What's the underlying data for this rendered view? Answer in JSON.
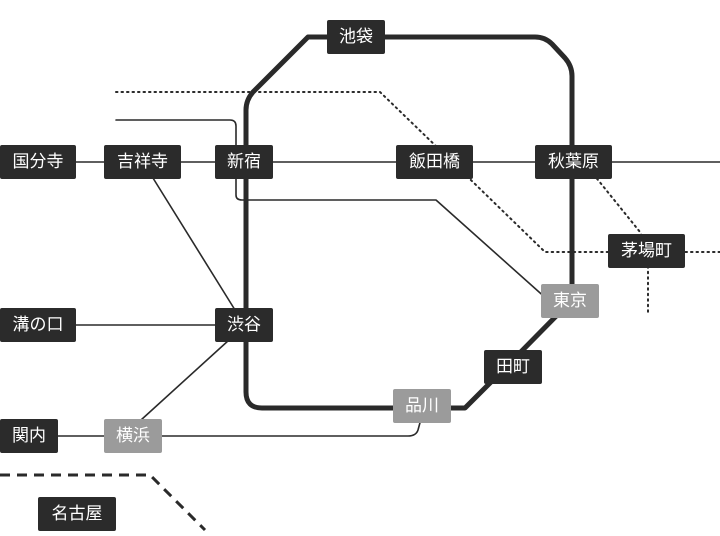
{
  "stations": {
    "ikebukuro": {
      "label": "池袋",
      "style": "dark"
    },
    "kokubunji": {
      "label": "国分寺",
      "style": "dark"
    },
    "kichijoji": {
      "label": "吉祥寺",
      "style": "dark"
    },
    "shinjuku": {
      "label": "新宿",
      "style": "dark"
    },
    "iidabashi": {
      "label": "飯田橋",
      "style": "dark"
    },
    "akihabara": {
      "label": "秋葉原",
      "style": "dark"
    },
    "kayabacho": {
      "label": "茅場町",
      "style": "dark"
    },
    "tokyo": {
      "label": "東京",
      "style": "gray"
    },
    "mizonokuchi": {
      "label": "溝の口",
      "style": "dark"
    },
    "shibuya": {
      "label": "渋谷",
      "style": "dark"
    },
    "tamachi": {
      "label": "田町",
      "style": "dark"
    },
    "shinagawa": {
      "label": "品川",
      "style": "gray"
    },
    "kannai": {
      "label": "関内",
      "style": "dark"
    },
    "yokohama": {
      "label": "横浜",
      "style": "gray"
    },
    "nagoya": {
      "label": "名古屋",
      "style": "dark"
    }
  },
  "colors": {
    "station_dark": "#2b2b2b",
    "station_gray": "#9b9b9b",
    "line": "#2a2a2a",
    "background": "#ffffff"
  }
}
